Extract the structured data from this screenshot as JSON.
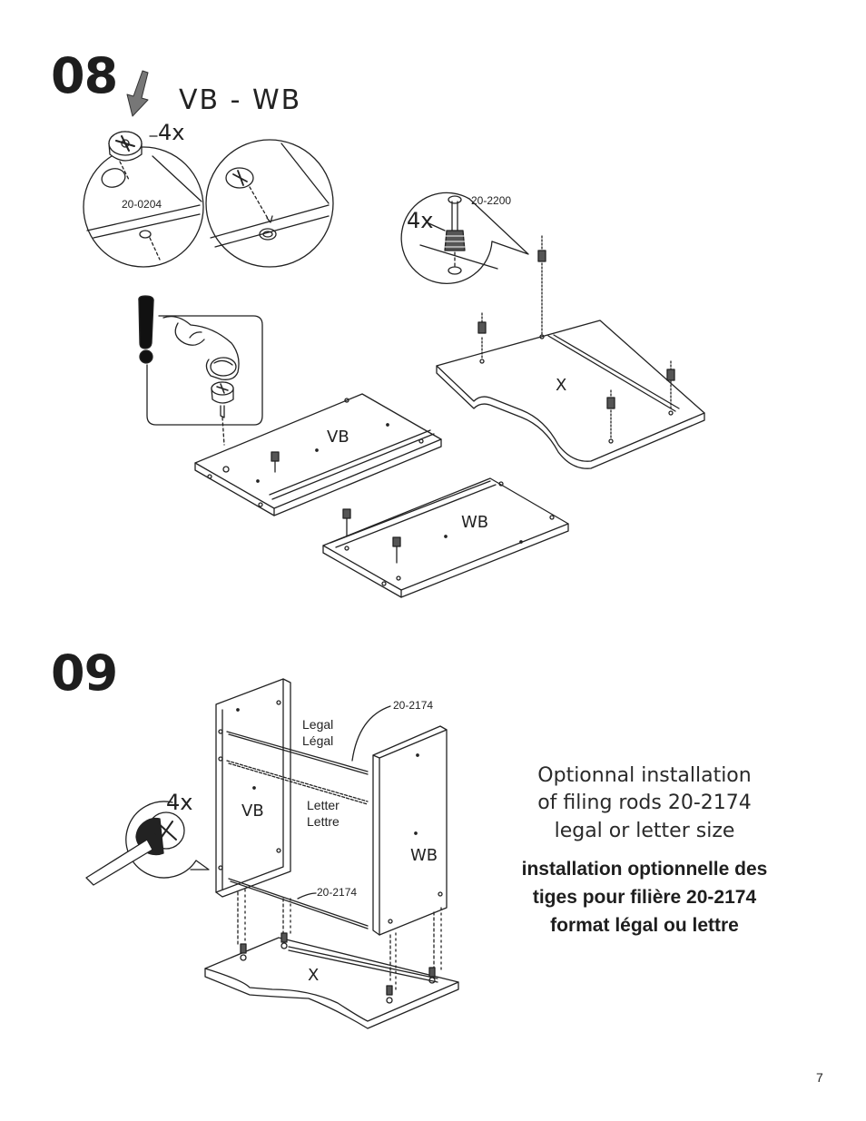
{
  "steps": [
    {
      "number": "08",
      "title": "VB  -  WB",
      "callouts": [
        {
          "qty": "4x",
          "part": "20-0204"
        },
        {
          "qty": "4x",
          "part": "20-2200"
        }
      ],
      "panels": {
        "vb": "VB",
        "wb": "WB",
        "x": "X"
      }
    },
    {
      "number": "09",
      "callouts": [
        {
          "qty": "4x"
        }
      ],
      "rods": {
        "part_top": "20-2174",
        "part_bottom": "20-2174",
        "legal": [
          "Legal",
          "Légal"
        ],
        "letter": [
          "Letter",
          "Lettre"
        ]
      },
      "panels": {
        "vb": "VB",
        "wb": "WB",
        "x": "X"
      },
      "note_en": [
        "Optionnal installation",
        "of filing rods 20-2174",
        "legal or letter size"
      ],
      "note_fr": [
        "installation optionnelle des",
        "tiges pour filière 20-2174",
        "format légal ou lettre"
      ]
    }
  ],
  "page_number": "7",
  "icons": [
    "arrow-down-icon",
    "cam-lock-icon",
    "cam-bolt-icon",
    "hand-press-icon",
    "caution-icon",
    "screwdriver-icon"
  ]
}
